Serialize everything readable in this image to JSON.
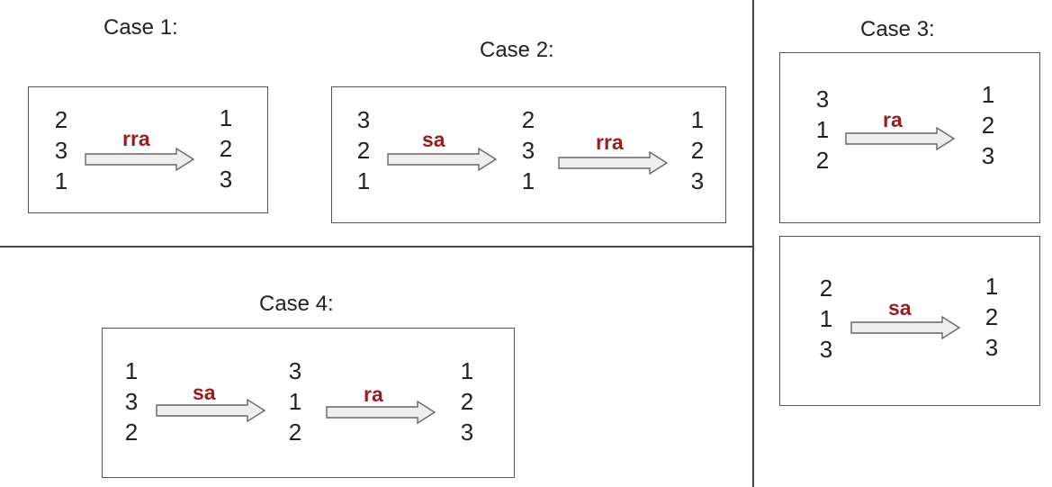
{
  "colors": {
    "operation": "#9b1c1c",
    "arrow_fill": "#eeeeee",
    "arrow_stroke": "#666666",
    "border": "#555555"
  },
  "icons": {
    "transition": "right-arrow-icon"
  },
  "cases": [
    {
      "title": "Case 1:",
      "steps": [
        [
          "2",
          "3",
          "1"
        ],
        [
          "1",
          "2",
          "3"
        ]
      ],
      "operations": [
        "rra"
      ]
    },
    {
      "title": "Case 2:",
      "steps": [
        [
          "3",
          "2",
          "1"
        ],
        [
          "2",
          "3",
          "1"
        ],
        [
          "1",
          "2",
          "3"
        ]
      ],
      "operations": [
        "sa",
        "rra"
      ]
    },
    {
      "title": "Case 3:",
      "variants": [
        {
          "steps": [
            [
              "3",
              "1",
              "2"
            ],
            [
              "1",
              "2",
              "3"
            ]
          ],
          "operations": [
            "ra"
          ]
        },
        {
          "steps": [
            [
              "2",
              "1",
              "3"
            ],
            [
              "1",
              "2",
              "3"
            ]
          ],
          "operations": [
            "sa"
          ]
        }
      ]
    },
    {
      "title": "Case 4:",
      "steps": [
        [
          "1",
          "3",
          "2"
        ],
        [
          "3",
          "1",
          "2"
        ],
        [
          "1",
          "2",
          "3"
        ]
      ],
      "operations": [
        "sa",
        "ra"
      ]
    }
  ]
}
